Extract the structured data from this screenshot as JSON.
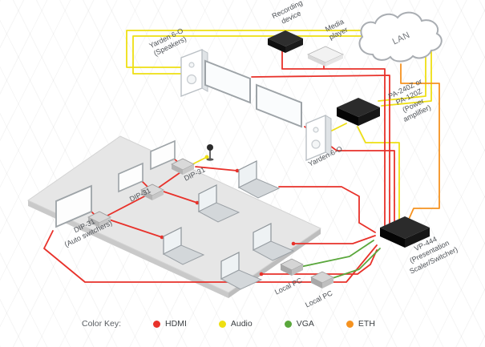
{
  "diagram": {
    "devices": {
      "recording_device": "Recording\ndevice",
      "media_player": "Media\nplayer",
      "lan": "LAN",
      "speakers_top": "Yarden 6-O\n(Speakers)",
      "amplifier": "PA-240Z or\nPA-120Z\n(Power\namplifier)",
      "speaker_right": "Yarden 6-O",
      "dip31_a": "DIP-31",
      "dip31_b": "DIP-31",
      "dip31_c": "DIP-31\n(Auto switchers)",
      "scaler": "VP-444\n(Presentation\nScaler/Switcher)",
      "local_pc_a": "Local PC",
      "local_pc_b": "Local PC"
    }
  },
  "legend": {
    "title": "Color Key:",
    "items": [
      {
        "label": "HDMI",
        "color": "#e8312a"
      },
      {
        "label": "Audio",
        "color": "#eedf12"
      },
      {
        "label": "VGA",
        "color": "#5aa73c"
      },
      {
        "label": "ETH",
        "color": "#f59220"
      }
    ]
  }
}
